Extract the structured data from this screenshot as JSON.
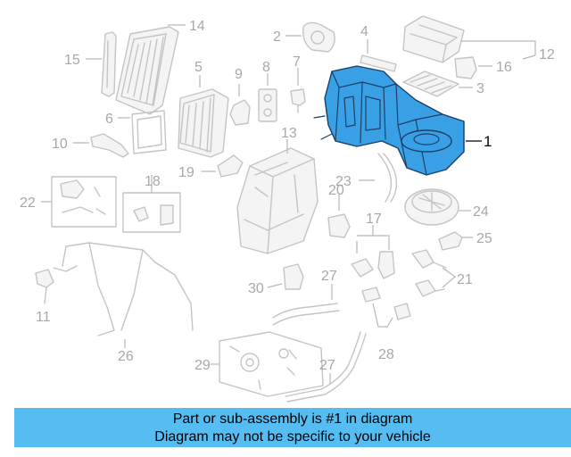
{
  "callouts": {
    "c1": "1",
    "c2": "2",
    "c3": "3",
    "c4": "4",
    "c5": "5",
    "c6": "6",
    "c7": "7",
    "c8": "8",
    "c9": "9",
    "c10": "10",
    "c11": "11",
    "c12": "12",
    "c13": "13",
    "c14": "14",
    "c15": "15",
    "c16": "16",
    "c17": "17",
    "c18": "18",
    "c19": "19",
    "c20": "20",
    "c21": "21",
    "c22": "22",
    "c23": "23",
    "c24": "24",
    "c25": "25",
    "c26": "26",
    "c27a": "27",
    "c27b": "27",
    "c28": "28",
    "c29": "29",
    "c30": "30"
  },
  "banner": {
    "line1": "Part or sub-assembly is #1 in diagram",
    "line2": "Diagram may not be specific to your vehicle"
  },
  "colors": {
    "highlight_part": "#3aa0e6",
    "banner_background": "#55bdf2",
    "faded_parts": "#c4c4c4"
  }
}
